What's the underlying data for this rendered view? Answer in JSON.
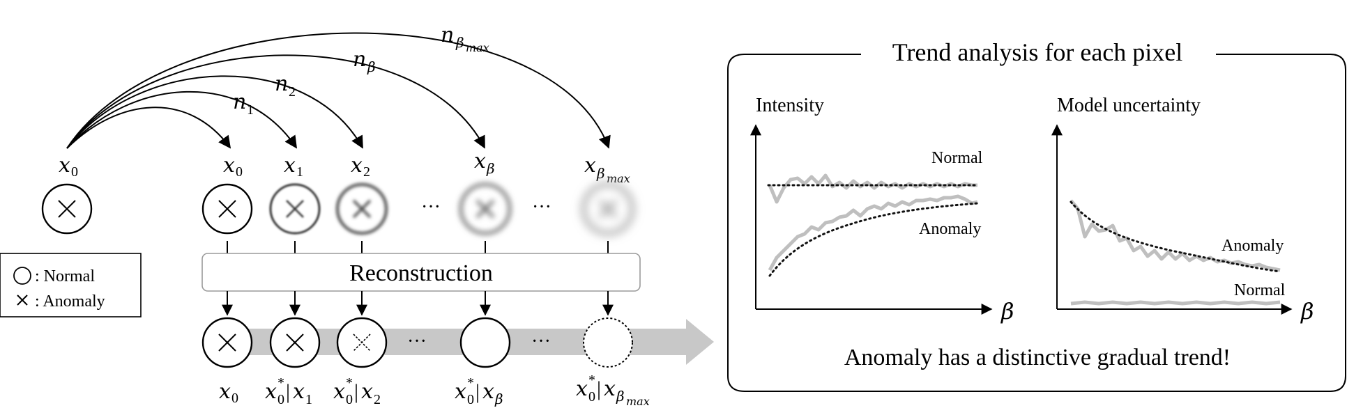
{
  "colors": {
    "ink": "#000000",
    "trend_gray": "#bfbfbf",
    "arrow_gray": "#c8c8c8",
    "dotted": "#111111",
    "box_border": "#9a9a9a",
    "panel_border": "#000000"
  },
  "left": {
    "source_label": {
      "base": "x",
      "sub": "0"
    },
    "noise_labels": [
      {
        "base": "n",
        "sub": "1"
      },
      {
        "base": "n",
        "sub": "2"
      },
      {
        "base": "n",
        "sub": "β"
      },
      {
        "base": "n",
        "sub": "β",
        "subsub": "max"
      }
    ],
    "noisy_labels": [
      {
        "base": "x",
        "sub": "0"
      },
      {
        "base": "x",
        "sub": "1"
      },
      {
        "base": "x",
        "sub": "2"
      },
      {
        "base": "x",
        "sub": "β"
      },
      {
        "base": "x",
        "sub": "β",
        "subsub": "max"
      }
    ],
    "ellipsis": "···",
    "reconstruction_label": "Reconstruction",
    "output_labels": [
      {
        "base": "x",
        "sub": "0"
      },
      {
        "base": "x",
        "sup": "*",
        "sub": "0",
        "cond_base": "x",
        "cond_sub": "1"
      },
      {
        "base": "x",
        "sup": "*",
        "sub": "0",
        "cond_base": "x",
        "cond_sub": "2"
      },
      {
        "base": "x",
        "sup": "*",
        "sub": "0",
        "cond_base": "x",
        "cond_sub": "β"
      },
      {
        "base": "x",
        "sup": "*",
        "sub": "0",
        "cond_base": "x",
        "cond_sub": "β",
        "cond_subsub": "max"
      }
    ],
    "legend": {
      "normal_label": ": Normal",
      "anomaly_label": ": Anomaly"
    }
  },
  "right_panel": {
    "title": "Trend analysis for each pixel",
    "footer": "Anomaly has a distinctive gradual trend!",
    "charts": [
      {
        "ylabel": "Intensity",
        "xlabel": "β",
        "normal_label": "Normal",
        "anomaly_label": "Anomaly"
      },
      {
        "ylabel": "Model uncertainty",
        "xlabel": "β",
        "normal_label": "Normal",
        "anomaly_label": "Anomaly"
      }
    ]
  }
}
